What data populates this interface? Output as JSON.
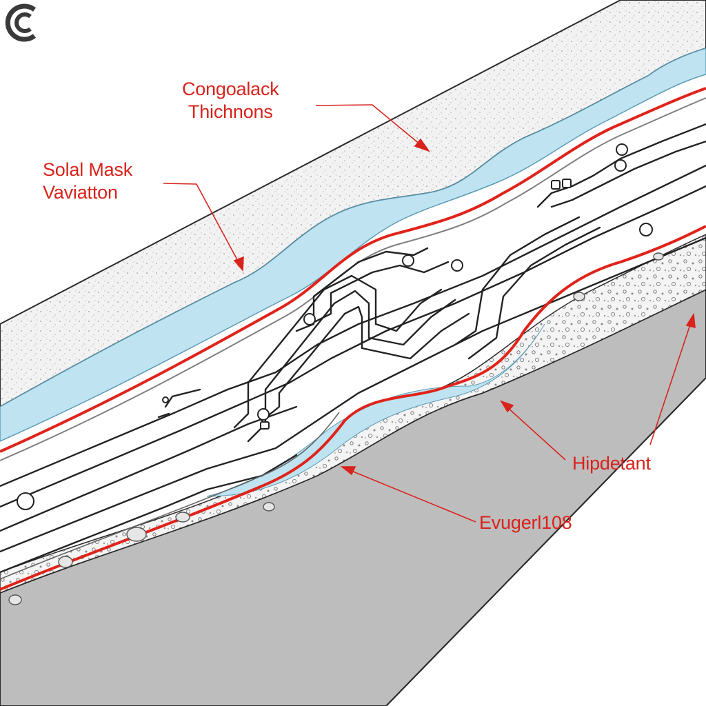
{
  "annotations": {
    "top": {
      "line1": "Congoalack",
      "line2": "Thichnons"
    },
    "left": {
      "line1": "Solal Mask",
      "line2": "Vaviatton"
    },
    "right": {
      "text": "Hipdetant"
    },
    "bottom": {
      "text": "Evugerl108"
    }
  },
  "colors": {
    "accent_red": "#d8231c",
    "mask_blue": "#bfe3f1",
    "substrate_gray": "#bdbdbd",
    "stipple_fill": "#f1f1f1",
    "outline": "#2a2a2a"
  },
  "logo": {
    "icon": "c-logo-icon"
  }
}
